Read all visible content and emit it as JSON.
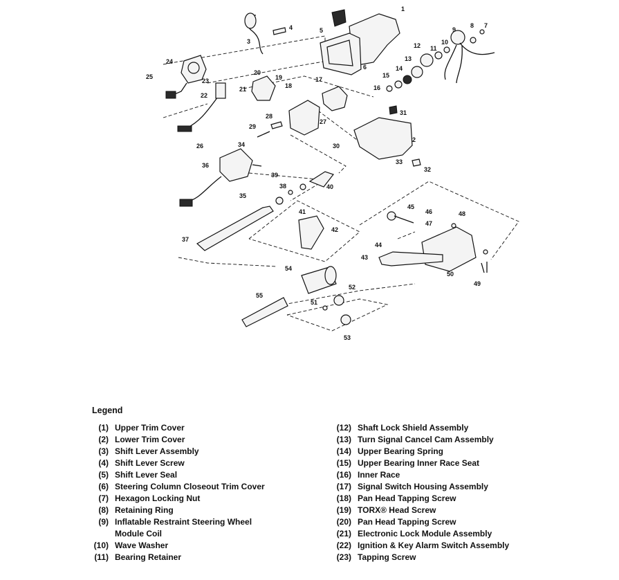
{
  "callouts": [
    "1",
    "2",
    "3",
    "4",
    "5",
    "6",
    "7",
    "8",
    "9",
    "10",
    "11",
    "12",
    "13",
    "14",
    "15",
    "16",
    "17",
    "18",
    "19",
    "20",
    "21",
    "22",
    "23",
    "24",
    "25",
    "26",
    "27",
    "28",
    "29",
    "30",
    "31",
    "32",
    "33",
    "34",
    "35",
    "36",
    "37",
    "38",
    "39",
    "40",
    "41",
    "42",
    "43",
    "44",
    "45",
    "46",
    "47",
    "48",
    "49",
    "50",
    "51",
    "52",
    "53",
    "54",
    "55"
  ],
  "legend": {
    "title": "Legend",
    "left": [
      {
        "num": "(1)",
        "label": "Upper Trim Cover"
      },
      {
        "num": "(2)",
        "label": "Lower Trim Cover"
      },
      {
        "num": "(3)",
        "label": "Shift Lever Assembly"
      },
      {
        "num": "(4)",
        "label": "Shift Lever Screw"
      },
      {
        "num": "(5)",
        "label": "Shift Lever Seal"
      },
      {
        "num": "(6)",
        "label": "Steering Column Closeout Trim Cover"
      },
      {
        "num": "(7)",
        "label": "Hexagon Locking Nut"
      },
      {
        "num": "(8)",
        "label": "Retaining Ring"
      },
      {
        "num": "(9)",
        "label": "Inflatable Restraint Steering Wheel Module Coil"
      },
      {
        "num": "(10)",
        "label": "Wave Washer"
      },
      {
        "num": "(11)",
        "label": "Bearing Retainer"
      }
    ],
    "right": [
      {
        "num": "(12)",
        "label": "Shaft Lock Shield Assembly"
      },
      {
        "num": "(13)",
        "label": "Turn Signal Cancel Cam Assembly"
      },
      {
        "num": "(14)",
        "label": "Upper Bearing Spring"
      },
      {
        "num": "(15)",
        "label": "Upper Bearing Inner Race Seat"
      },
      {
        "num": "(16)",
        "label": "Inner Race"
      },
      {
        "num": "(17)",
        "label": "Signal Switch Housing Assembly"
      },
      {
        "num": "(18)",
        "label": "Pan Head Tapping Screw"
      },
      {
        "num": "(19)",
        "label": "TORX® Head Screw"
      },
      {
        "num": "(20)",
        "label": "Pan Head Tapping Screw"
      },
      {
        "num": "(21)",
        "label": "Electronic Lock Module Assembly"
      },
      {
        "num": "(22)",
        "label": "Ignition & Key Alarm Switch Assembly"
      },
      {
        "num": "(23)",
        "label": "Tapping Screw"
      }
    ]
  }
}
